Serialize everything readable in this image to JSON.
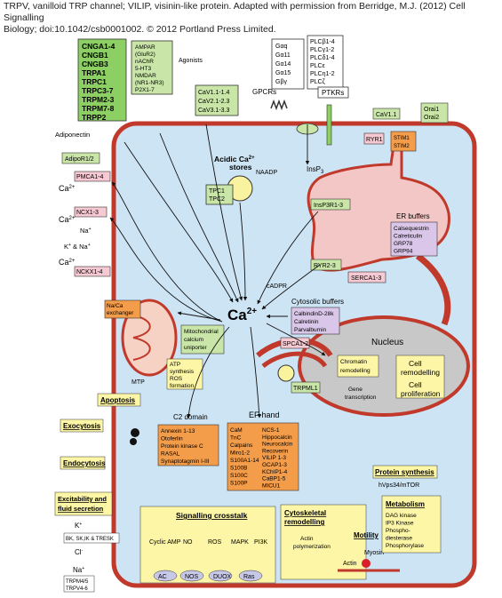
{
  "caption": {
    "line1": "TRPV, vanilloid TRP channel; VILIP, visinin-like protein. Adapted with permission from Berridge, M.J. (2012) Cell Signalling",
    "line2": "Biology; doi:10.1042/csb0001002. © 2012 Portland Press Limited."
  },
  "colors": {
    "cytosol": "#cde4f4",
    "membrane": "#c0392b",
    "er": "#f4c7c7",
    "green_box": "#c9e6a8",
    "yellow_box": "#fdf6a6",
    "orange_box": "#f39c4a",
    "pink_label": "#f7c9d3",
    "purple_box": "#d9c6e8",
    "nucleus": "#c8c8c8"
  },
  "left_channels": [
    "CNGA1-4",
    "CNGB1",
    "CNGB3",
    "TRPA1",
    "TRPC1",
    "TRPC3-7",
    "TRPM2-3",
    "TRPM7-8",
    "TRPP2"
  ],
  "receptor_box": [
    "AMPAR",
    "(GluR2)",
    "nAChR",
    "5-HT3",
    "NMDAR",
    "(NR1-NR3)",
    "P2X1-7"
  ],
  "agonists": "Agonists",
  "cav_box": [
    "CaV1.1-1.4",
    "CaV2.1-2.3",
    "CaV3.1-3.3"
  ],
  "g_proteins": [
    "Gαq",
    "Gα11",
    "Gα14",
    "Gα15",
    "Gβγ"
  ],
  "plc_box": [
    "PLCβ1-4",
    "PLCγ1-2",
    "PLCδ1-4",
    "PLCε",
    "PLCη1-2",
    "PLCζ"
  ],
  "labels": {
    "gpcrs": "GPCRs",
    "ptkrs": "PTKRs",
    "cav11": "CaV1.1",
    "orai": "Orai1\nOrai2",
    "stim": "STIM1\nSTIM2",
    "ryr1": "RYR1",
    "adiponectin": "Adiponectin",
    "adipor": "AdipoR1/2",
    "pmca": "PMCA1-4",
    "ncx": "NCX1-3",
    "nckx": "NCKX1-4",
    "na": "Na+",
    "k_na": "K+ & Na+",
    "ca2": "Ca2+",
    "ca2_big": "Ca",
    "acidic_stores": "Acidic Ca2+\nstores",
    "naadp": "NAADP",
    "tpc": "TPC1\nTPC2",
    "ip3": "InsP3",
    "ip3r": "InsP3R1-3",
    "er_buffers": "ER buffers",
    "er_buffer_list": [
      "Calsequestrin",
      "Calreticulin",
      "GRP78",
      "GRP94"
    ],
    "ryr23": "RYR2-3",
    "serca": "SERCA1-3",
    "cadpr": "cADPR",
    "cyto_buffers": "Cytosolic buffers",
    "cyto_buffer_list": [
      "CalbindinD-28k",
      "Calretinin",
      "Parvalbumin"
    ],
    "naca": "Na/Ca\nexchanger",
    "mcu": "Mitochondrial\ncalcium\nuniporter",
    "atp": "ATP\nsynthesis\nROS\nformation",
    "mtp": "MTP",
    "apoptosis": "Apoptosis",
    "spca": "SPCA1-2",
    "trpml": "TRPML1",
    "nucleus": "Nucleus",
    "chromatin": "Chromatin\nremodelling",
    "gene": "Gene\ntranscription",
    "cell_remod": "Cell\nremodelling",
    "cell_prolif": "Cell\nproliferation",
    "c2_domain": "C2 domain",
    "ef_hand": "EF-hand",
    "c2_list": [
      "Annexin 1-13",
      "Otoferlin",
      "Protein kinase C",
      "RASAL",
      "Synaptotagmin I-III"
    ],
    "ef_left": [
      "CaM",
      "TnC",
      "Calpains",
      "Miro1-2",
      "S100A1-14",
      "S100B",
      "S100C",
      "S100P"
    ],
    "ef_right": [
      "NCS-1",
      "Hippocalcin",
      "Neurocalcin",
      "Recoverin",
      "VILIP 1-3",
      "GCAP1-3",
      "KChIP1-4",
      "CaBP1-5",
      "MICU1"
    ],
    "exocytosis": "Exocytosis",
    "endocytosis": "Endocytosis",
    "excitability": "Excitability and\nfluid secretion",
    "k_plus": "K+",
    "cl_minus": "Cl-",
    "na_plus": "Na+",
    "bk": "BK, SK,IK & TRESK",
    "trpm": "TRPM4/5\nTRPV4-6",
    "crosstalk": "Signalling crosstalk",
    "crosstalk_items": [
      "Cyclic AMP",
      "NO",
      "ROS",
      "MAPK",
      "PI3K"
    ],
    "enzymes": [
      "AC",
      "NOS",
      "DUOX",
      "Ras"
    ],
    "cytoskeletal": "Cytoskeletal\nremodelling",
    "actin_poly": "Actin\npolymerization",
    "motility": "Motility",
    "myosin": "Myosin",
    "actin": "Actin",
    "protein_synth": "Protein synthesis",
    "hvps": "hVps34/mTOR",
    "metabolism": "Metabolism",
    "metab_list": [
      "DAG kinase",
      "IP3 Kinase",
      "Phospho-",
      "diesterase",
      "Phosphorylase"
    ]
  }
}
